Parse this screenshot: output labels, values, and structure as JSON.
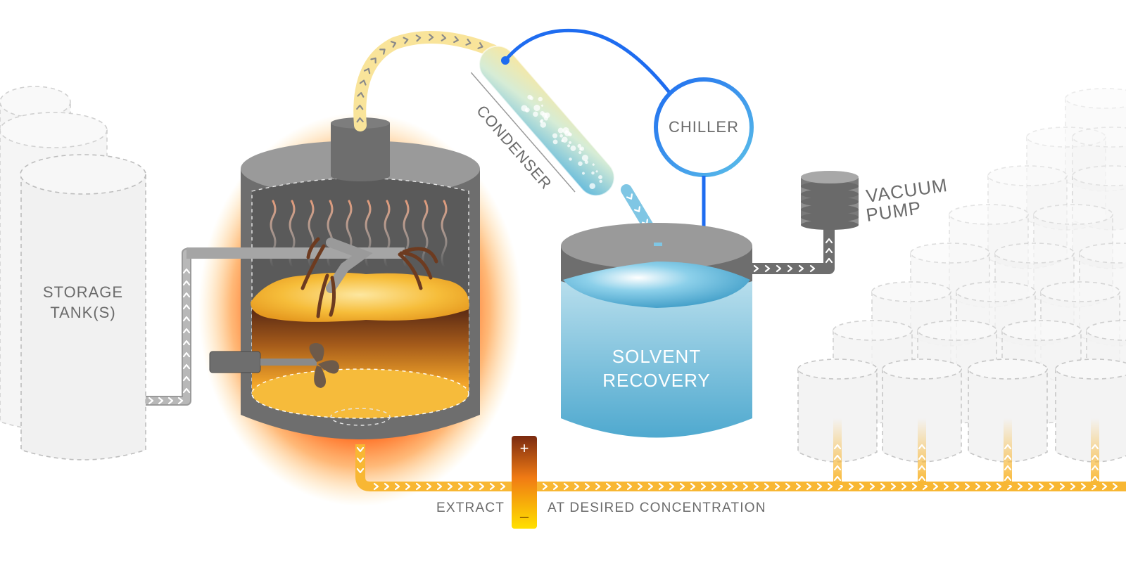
{
  "labels": {
    "storage_line1": "STORAGE",
    "storage_line2": "TANK(S)",
    "condenser": "CONDENSER",
    "chiller": "CHILLER",
    "vacuum_line1": "VACUUM",
    "vacuum_line2": "PUMP",
    "solvent_line1": "SOLVENT",
    "solvent_line2": "RECOVERY",
    "extract": "EXTRACT",
    "concentration": "AT DESIRED CONCENTRATION",
    "plus": "+",
    "minus": "–"
  },
  "colors": {
    "vessel_gray": "#6e6e6e",
    "vessel_top": "#9a9a9a",
    "heat_glow": "#ff5a00",
    "extract_yellow": "#f8b733",
    "vapor_yellow": "#f9e8a0",
    "solvent_blue": "#5ab4d6",
    "chiller_blue": "#1e6cf0",
    "label_gray": "#6b6b6b"
  },
  "icons": {
    "flow_arrow": "chevron-right-icon",
    "agitator": "propeller-icon",
    "heat": "heat-wave-icon"
  }
}
